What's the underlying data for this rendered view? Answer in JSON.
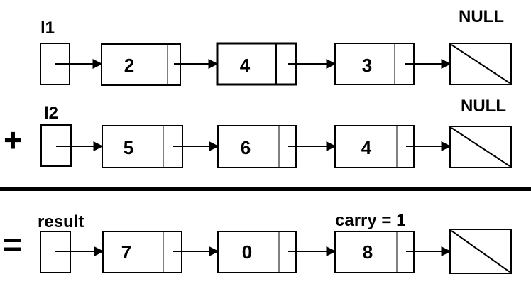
{
  "colors": {
    "background": "#ffffff",
    "stroke": "#000000",
    "pointer_box_fill": "#ffffff",
    "node_fill": "#ffffff"
  },
  "rows": [
    {
      "label": "l1",
      "operator": "",
      "nodes": [
        "2",
        "4",
        "3"
      ],
      "terminal_label": "NULL",
      "note": ""
    },
    {
      "label": "l2",
      "operator": "+",
      "nodes": [
        "5",
        "6",
        "4"
      ],
      "terminal_label": "NULL",
      "note": ""
    },
    {
      "label": "result",
      "operator": "=",
      "nodes": [
        "7",
        "0",
        "8"
      ],
      "terminal_label": "",
      "note": "carry = 1"
    }
  ],
  "icons": {
    "arrow": "right-arrow-icon",
    "null_terminal": "null-slash-icon"
  }
}
